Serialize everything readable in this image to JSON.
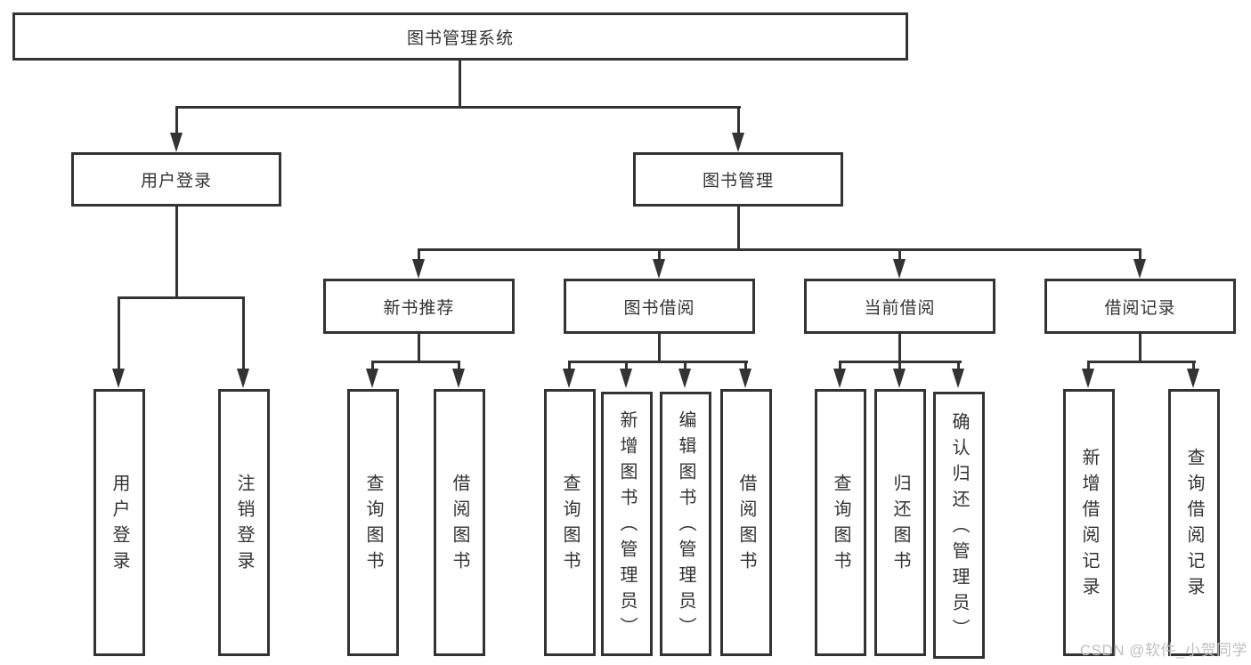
{
  "tree": {
    "root": {
      "label": "图书管理系统"
    },
    "branches": [
      {
        "label": "用户登录",
        "children": [
          {
            "label": "用户登录"
          },
          {
            "label": "注销登录"
          }
        ]
      },
      {
        "label": "图书管理",
        "children": [
          {
            "label": "新书推荐",
            "children": [
              {
                "label": "查询图书"
              },
              {
                "label": "借阅图书"
              }
            ]
          },
          {
            "label": "图书借阅",
            "children": [
              {
                "label": "查询图书"
              },
              {
                "label": "新增图书（管理员）"
              },
              {
                "label": "编辑图书（管理员）"
              },
              {
                "label": "借阅图书"
              }
            ]
          },
          {
            "label": "当前借阅",
            "children": [
              {
                "label": "查询图书"
              },
              {
                "label": "归还图书"
              },
              {
                "label": "确认归还（管理员）"
              }
            ]
          },
          {
            "label": "借阅记录",
            "children": [
              {
                "label": "新增借阅记录"
              },
              {
                "label": "查询借阅记录"
              }
            ]
          }
        ]
      }
    ]
  },
  "watermark": {
    "text": "CSDN @软件_小贺同学"
  },
  "colors": {
    "line": "#333333",
    "text": "#333333",
    "watermark": "#bfbfbf",
    "background": "#ffffff"
  }
}
